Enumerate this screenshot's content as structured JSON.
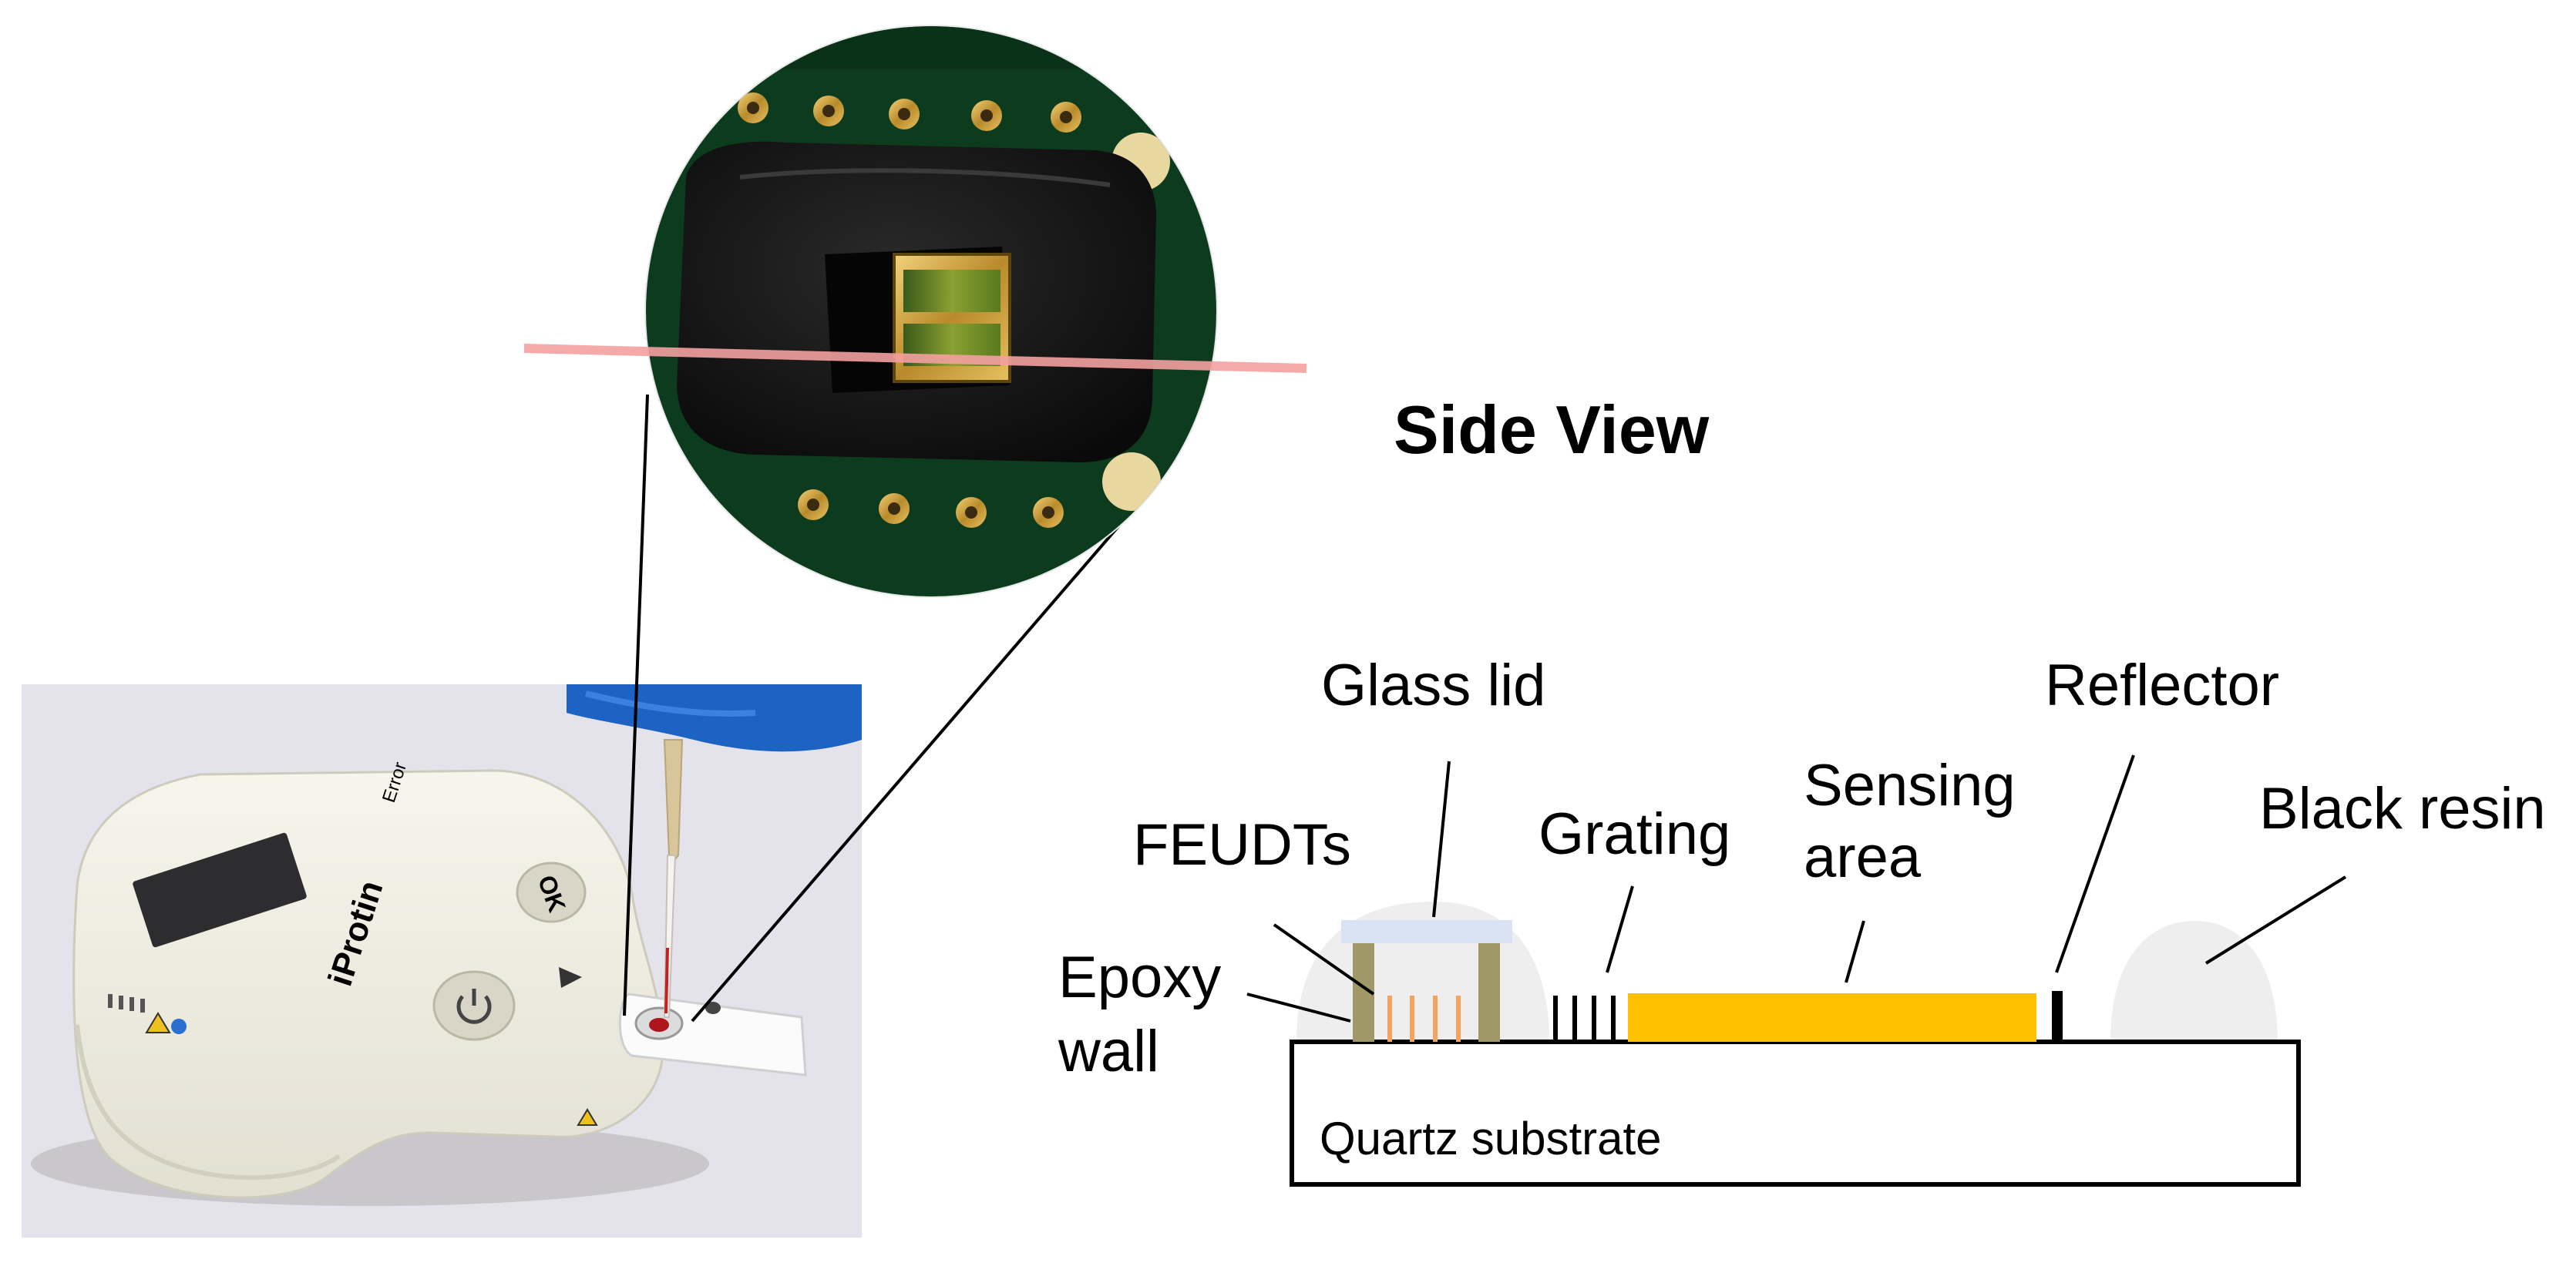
{
  "title": "Side View",
  "labels": {
    "glass_lid": "Glass lid",
    "reflector": "Reflector",
    "sensing_area_line1": "Sensing",
    "sensing_area_line2": "area",
    "feudts": "FEUDTs",
    "grating": "Grating",
    "black_resin": "Black resin",
    "epoxy_wall_line1": "Epoxy",
    "epoxy_wall_line2": "wall",
    "quartz_substrate": "Quartz substrate"
  },
  "device": {
    "brand_i": "i",
    "brand_rest": "Protin",
    "ok_button": "OK",
    "error_text": "Error"
  },
  "colors": {
    "sensing_area": "#ffc000",
    "glass_lid": "#dae3f3",
    "epoxy_wall": "#a09866",
    "feudt_lines": "#f4a460",
    "resin_dome": "#eeeeee",
    "laser_line": "#f4a0a0",
    "pcb_green": "#0d3b1e",
    "brand_green": "#2e9e3e"
  }
}
